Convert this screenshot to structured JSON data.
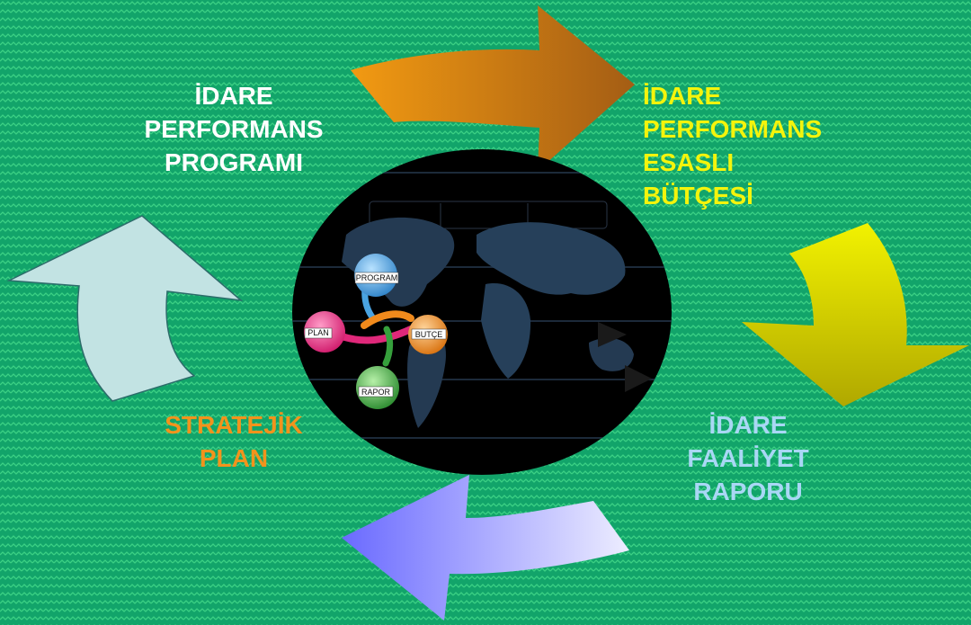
{
  "colors": {
    "background": "#12a46a",
    "wave_pattern": "#3bd084",
    "program_label": "#ffffff",
    "butce_label": "#f4f40c",
    "faaliyet_label": "#a9d7f5",
    "stratejik_label": "#f2931c",
    "arrow_top": "#d67f10",
    "arrow_right": "#e9e600",
    "arrow_bottom": "#7474ff",
    "arrow_left": "#c2e3e3",
    "globe": "#000000"
  },
  "labels": {
    "program": [
      "İDARE",
      "PERFORMANS",
      "PROGRAMI"
    ],
    "butce": [
      "İDARE",
      "PERFORMANS",
      "ESASLI",
      "BÜTÇESİ"
    ],
    "faaliyet": [
      "İDARE",
      "FAALİYET",
      "RAPORU"
    ],
    "stratejik": [
      "STRATEJİK",
      "PLAN"
    ]
  },
  "center_cycle": {
    "nodes": {
      "program": "PROGRAM",
      "butce": "BUTÇE",
      "rapor": "RAPOR",
      "plan": "PLAN"
    },
    "node_colors": {
      "program": "#4aa3e0",
      "butce": "#f08a1c",
      "rapor": "#36a03c",
      "plan": "#e0287a"
    }
  }
}
